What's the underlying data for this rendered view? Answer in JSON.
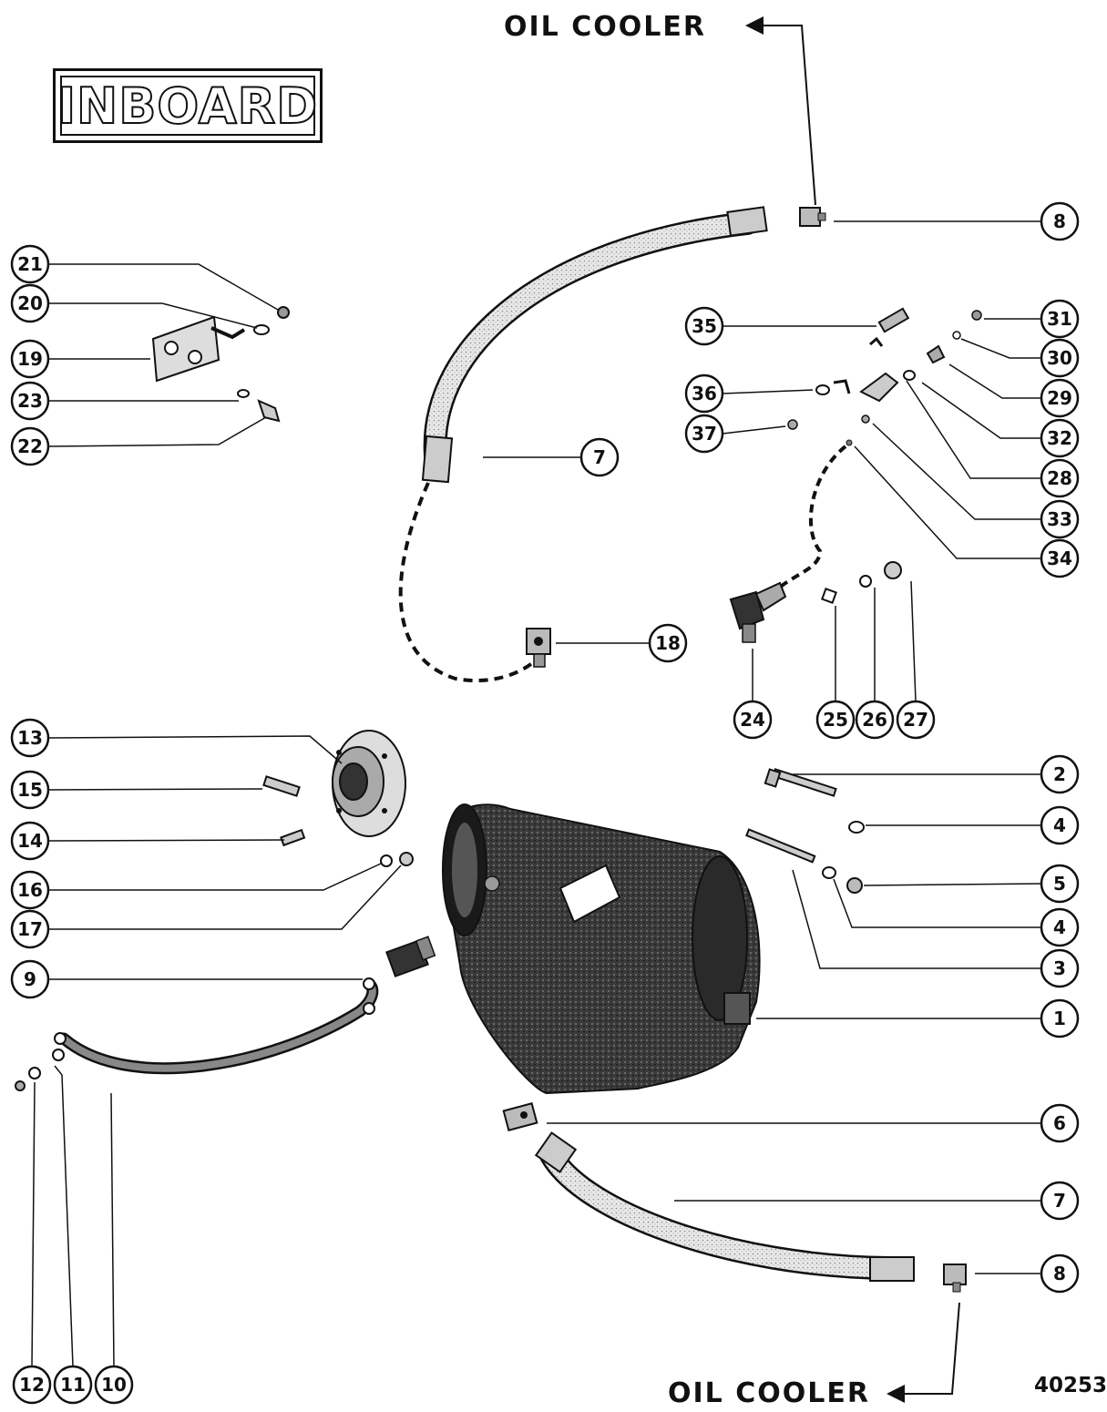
{
  "title": "INBOARD",
  "callouts": {
    "oil_cooler_top": "OIL COOLER",
    "oil_cooler_bottom": "OIL COOLER"
  },
  "figure_number": "40253",
  "part_labels": [
    "1",
    "2",
    "3",
    "4",
    "4",
    "5",
    "6",
    "7",
    "7",
    "8",
    "8",
    "9",
    "10",
    "11",
    "12",
    "13",
    "14",
    "15",
    "16",
    "17",
    "18",
    "19",
    "20",
    "21",
    "22",
    "23",
    "24",
    "25",
    "26",
    "27",
    "28",
    "29",
    "30",
    "31",
    "32",
    "33",
    "34",
    "35",
    "36",
    "37"
  ],
  "colors": {
    "ink": "#111111",
    "paper": "#ffffff",
    "housing": "#2a2a2a"
  }
}
